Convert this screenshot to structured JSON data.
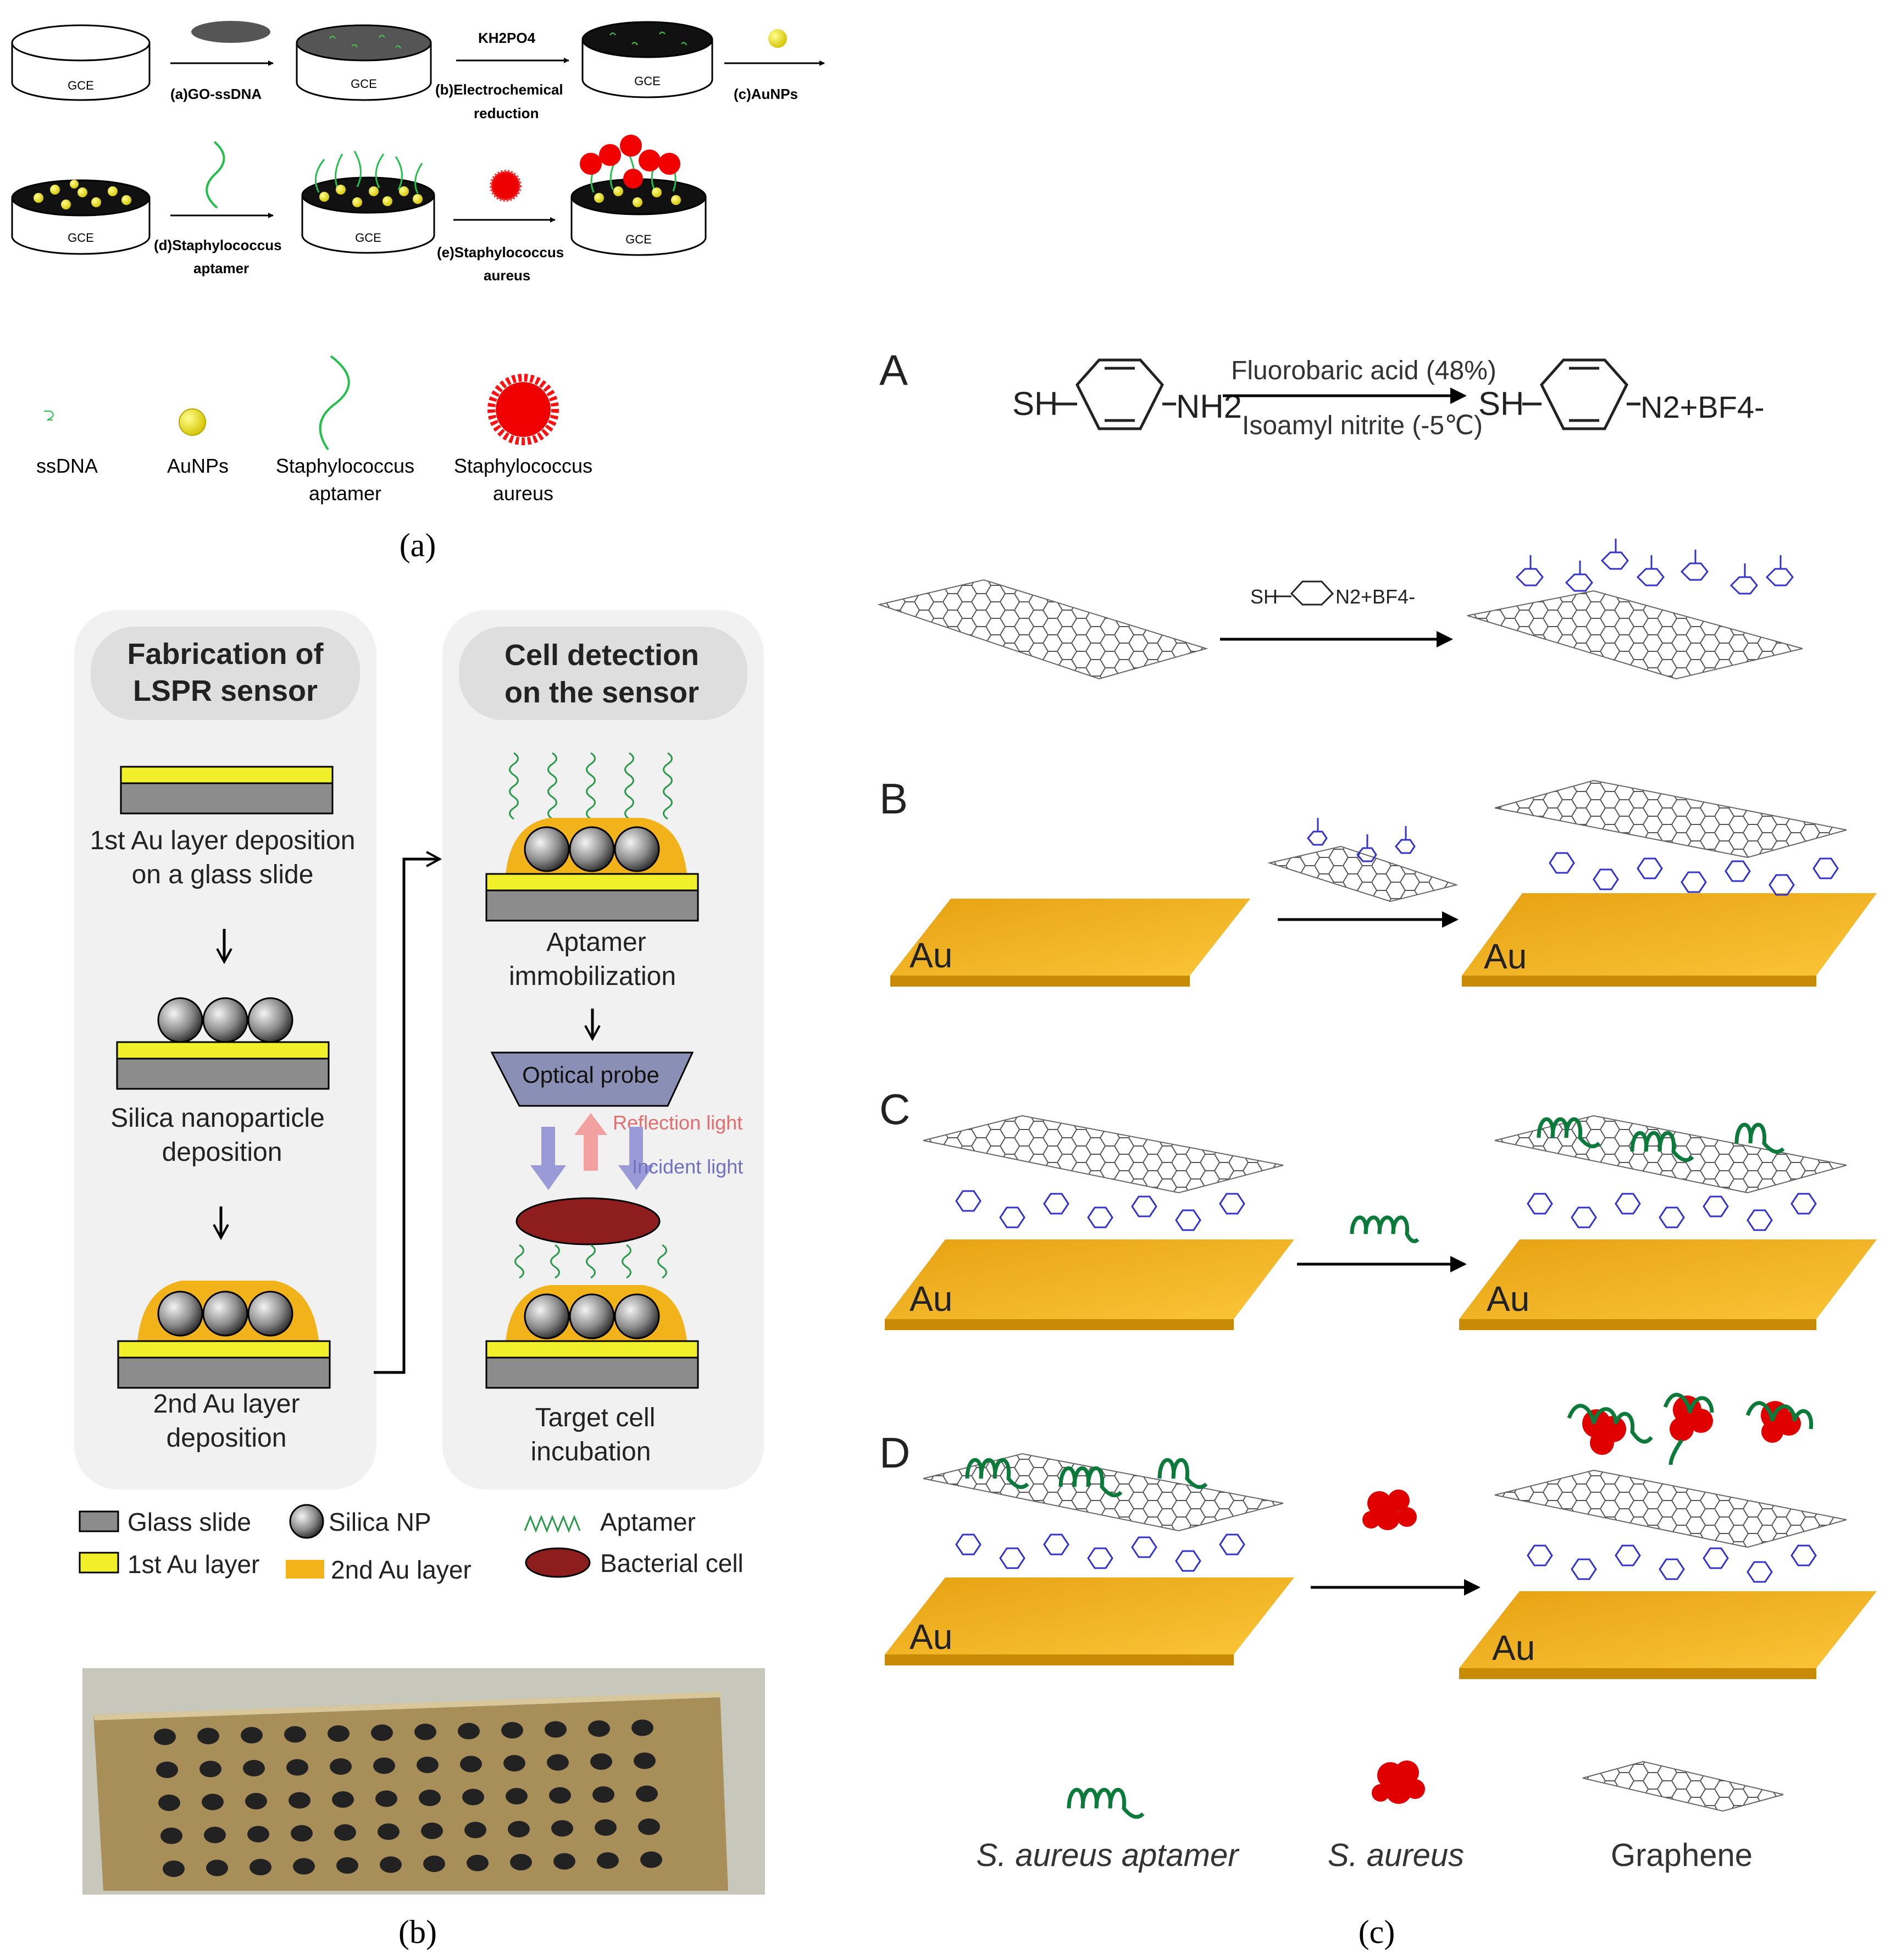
{
  "panel_a": {
    "electrode": "GCE",
    "steps": {
      "a": "(a)GO-ssDNA",
      "b_reagent": "KH2PO4",
      "b1": "(b)Electrochemical",
      "b2": "reduction",
      "c": "(c)AuNPs",
      "d1": "(d)Staphylococcus",
      "d2": "aptamer",
      "e1": "(e)Staphylococcus",
      "e2": "aureus"
    },
    "legend": {
      "ssdna": "ssDNA",
      "aunps": "AuNPs",
      "aptamer1": "Staphylococcus",
      "aptamer2": "aptamer",
      "aureus1": "Staphylococcus",
      "aureus2": "aureus"
    },
    "caption": "(a)"
  },
  "panel_b": {
    "left_title1": "Fabrication of",
    "left_title2": "LSPR sensor",
    "step1a": "1st Au layer deposition",
    "step1b": "on a glass slide",
    "step2a": "Silica nanoparticle",
    "step2b": "deposition",
    "step3a": "2nd Au layer",
    "step3b": "deposition",
    "right_title1": "Cell detection",
    "right_title2": "on the sensor",
    "step4a": "Aptamer",
    "step4b": "immobilization",
    "probe": "Optical probe",
    "reflection": "Reflection light",
    "incident": "Incident light",
    "step5a": "Target cell",
    "step5b": "incubation",
    "legend": {
      "glass": "Glass slide",
      "silica": "Silica NP",
      "aptamer": "Aptamer",
      "au1": "1st Au layer",
      "au2": "2nd Au layer",
      "cell": "Bacterial cell"
    },
    "caption": "(b)"
  },
  "panel_c": {
    "label_A": "A",
    "label_B": "B",
    "label_C": "C",
    "label_D": "D",
    "sh": "SH",
    "nh2": "NH2",
    "diazo": "N2+BF4-",
    "cond1": "Fluorobaric acid (48%)",
    "cond2": "Isoamyl nitrite (-5℃)",
    "au": "Au",
    "legend": {
      "aptamer": "S. aureus aptamer",
      "aureus": "S. aureus",
      "graphene": "Graphene"
    },
    "caption": "(c)"
  },
  "colors": {
    "gold": "#f2b21a",
    "au_layer_yellow": "#f0ef2a",
    "glass_gray": "#8c8c8c",
    "aptamer_green": "#1f9a4a",
    "bacteria_red": "#e00000",
    "benzene_blue": "#3333cc"
  }
}
